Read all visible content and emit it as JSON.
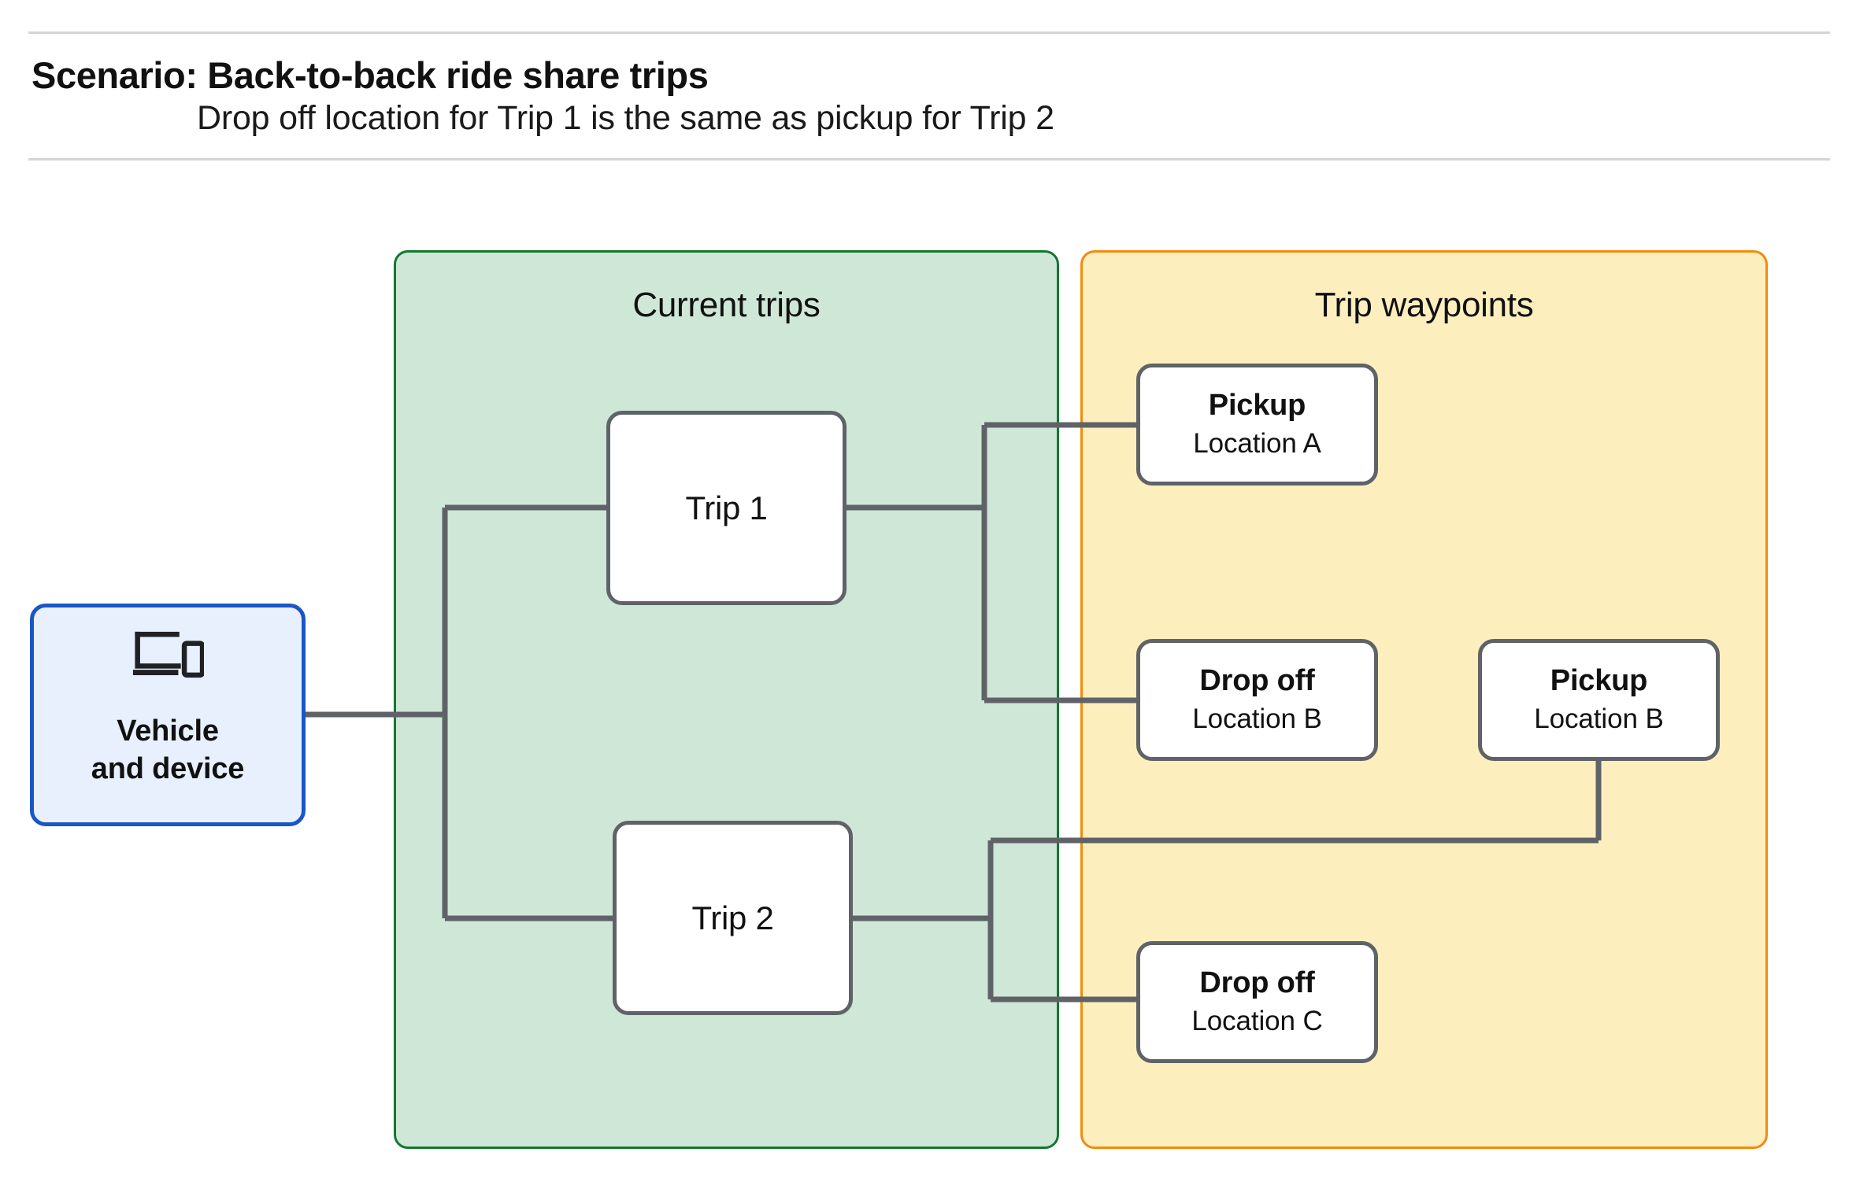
{
  "header": {
    "title": "Scenario: Back-to-back ride share trips",
    "subtitle": "Drop off  location for Trip 1 is the same as pickup for Trip 2"
  },
  "colors": {
    "current_trips_fill": "#cfe7d7",
    "current_trips_border": "#14772f",
    "trip_waypoints_fill": "#fdeebe",
    "trip_waypoints_border": "#f28b0c",
    "vehicle_fill": "#e8f0fe",
    "vehicle_border": "#1a56c4",
    "node_border": "#5f6368",
    "connector": "#5f6368",
    "rule": "#d4d4d4"
  },
  "vehicle_device": {
    "icon": "devices-icon",
    "label": "Vehicle\nand device"
  },
  "groups": {
    "current_trips": {
      "title": "Current trips",
      "nodes": [
        {
          "id": "trip-1",
          "label": "Trip 1"
        },
        {
          "id": "trip-2",
          "label": "Trip 2"
        }
      ]
    },
    "trip_waypoints": {
      "title": "Trip waypoints",
      "nodes": [
        {
          "id": "pickup-a",
          "kind": "Pickup",
          "location": "Location A"
        },
        {
          "id": "dropoff-b",
          "kind": "Drop off",
          "location": "Location B"
        },
        {
          "id": "pickup-b",
          "kind": "Pickup",
          "location": "Location B"
        },
        {
          "id": "dropoff-c",
          "kind": "Drop off",
          "location": "Location C"
        }
      ]
    }
  },
  "connections": [
    {
      "from": "vehicle-device",
      "to": "trip-1"
    },
    {
      "from": "vehicle-device",
      "to": "trip-2"
    },
    {
      "from": "trip-1",
      "to": "pickup-a"
    },
    {
      "from": "trip-1",
      "to": "dropoff-b"
    },
    {
      "from": "trip-2",
      "to": "pickup-b"
    },
    {
      "from": "trip-2",
      "to": "dropoff-c"
    }
  ]
}
